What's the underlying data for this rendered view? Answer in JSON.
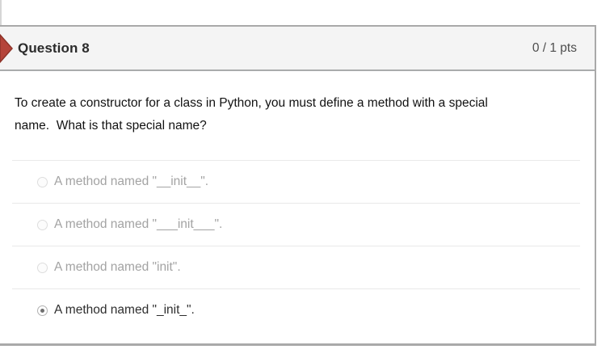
{
  "question": {
    "number_label": "Question 8",
    "points_label": "0 / 1 pts",
    "text": "To create a constructor for a class in Python, you must define a method with a special\nname.  What is that special name?",
    "answers": [
      {
        "text": "A method named \"__init__\"."
      },
      {
        "text": "A method named \"___init___\"."
      },
      {
        "text": "A method named \"init\"."
      },
      {
        "text": "A method named \"_init_\"."
      }
    ],
    "selected_index": 3
  },
  "icons": {
    "marker": "question-marker-arrow"
  },
  "colors": {
    "marker_red": "#b5443a",
    "marker_red_dark": "#8f3329",
    "card_border_gray": "#a9a9a9",
    "header_bg": "#f4f4f4"
  }
}
